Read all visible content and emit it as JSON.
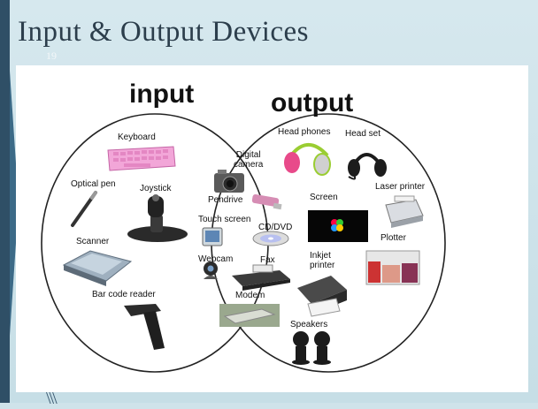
{
  "slide": {
    "title": "Input & Output  Devices",
    "number": "19"
  },
  "venn": {
    "left_heading": "input",
    "right_heading": "output",
    "input_devices": {
      "keyboard": "Keyboard",
      "optical_pen": "Optical pen",
      "joystick": "Joystick",
      "scanner": "Scanner",
      "barcode_reader": "Bar code reader"
    },
    "shared_devices": {
      "digital_camera": "Digital\ncamera",
      "pendrive": "Pendrive",
      "touch_screen": "Touch screen",
      "cd_dvd": "CD/DVD",
      "webcam": "Webcam",
      "fax": "Fax",
      "modem": "Modem"
    },
    "output_devices": {
      "headphones": "Head phones",
      "headset": "Head set",
      "laser_printer": "Laser printer",
      "screen": "Screen",
      "plotter": "Plotter",
      "inkjet_printer": "Inkjet\nprinter",
      "speakers": "Speakers"
    }
  }
}
